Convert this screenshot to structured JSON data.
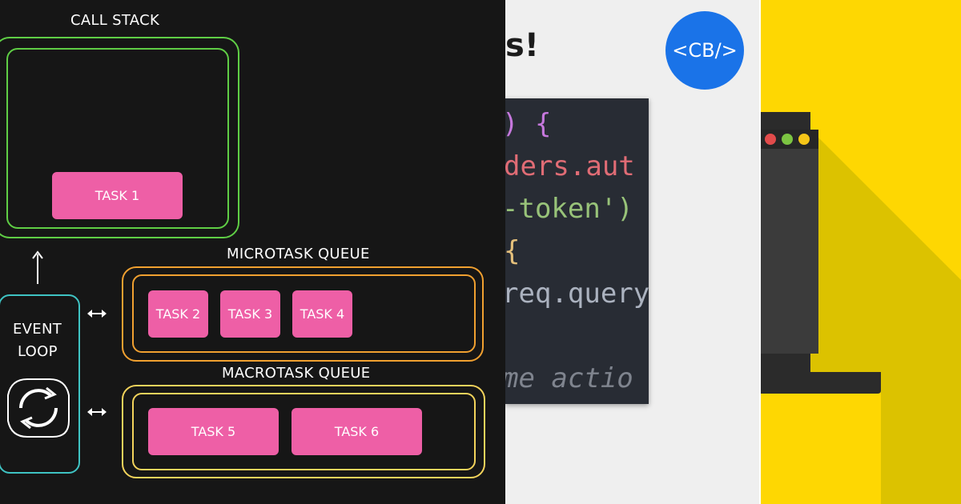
{
  "diagram": {
    "call_stack": {
      "label": "CALL STACK",
      "tasks": [
        "TASK 1"
      ]
    },
    "event_loop": {
      "label_line1": "EVENT",
      "label_line2": "LOOP"
    },
    "microtask_queue": {
      "label": "MICROTASK QUEUE",
      "tasks": [
        "TASK 2",
        "TASK 3",
        "TASK 4"
      ]
    },
    "macrotask_queue": {
      "label": "MACROTASK QUEUE",
      "tasks": [
        "TASK 5",
        "TASK 6"
      ]
    },
    "colors": {
      "call_stack": "#5fce45",
      "event_loop": "#3fc3c3",
      "microtask": "#f0a030",
      "macrotask": "#f3d35b",
      "task": "#ee5fa6"
    }
  },
  "article": {
    "title_fragment": "s!",
    "logo": "<CB/>",
    "logo_color": "#1a73e8",
    "code_lines": [
      {
        "text": ") {",
        "color": "#c678dd"
      },
      {
        "text": "ders.aut",
        "color": "#e06c75"
      },
      {
        "text": "-token')",
        "color": "#98c379"
      },
      {
        "text": "{",
        "color": "#e5c07b"
      },
      {
        "text": "req.query",
        "color": "#abb2bf"
      },
      {
        "text": "me actio",
        "color": "#7f848e"
      }
    ]
  },
  "illustration": {
    "background": "#fed702",
    "shadow": "#dcc200",
    "laptop": "#2b2b2b",
    "screen": "#3b3b3b"
  }
}
